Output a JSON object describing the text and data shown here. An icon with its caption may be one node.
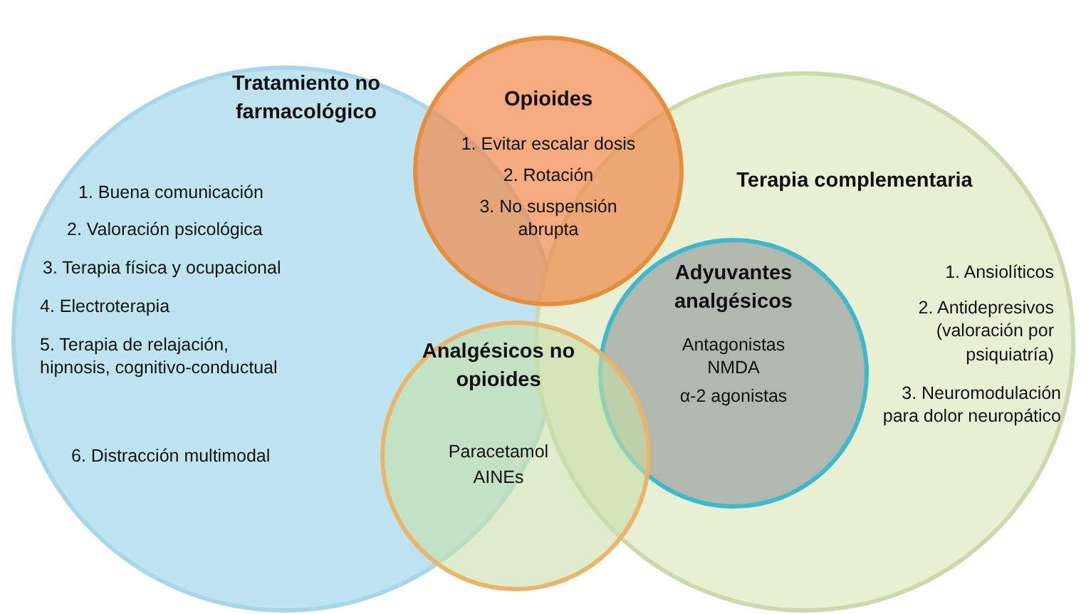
{
  "diagram": {
    "nodes": [
      {
        "text": [
          "Tratamiento no farmacológico",
          "1. Buena comunicación",
          "2. Valoración psicológica",
          "3. Terapia física y ocupacional",
          "4. Electroterapia",
          "5. Terapia de relajación, hipnosis, cognitivo-conductual",
          "6. Distracción multimodal"
        ]
      },
      {
        "text": [
          "Terapia complementaria",
          "1. Ansiolíticos",
          "2. Antidepresivos (valoración por psiquiatría)",
          "3. Neuromodulación para dolor neuropático"
        ]
      },
      {
        "text": [
          "Opioides",
          "1. Evitar escalar dosis",
          "2. Rotación",
          "3. No suspensión abrupta"
        ]
      },
      {
        "text": [
          "Analgésicos no opioides",
          "Paracetamol",
          "AINEs"
        ]
      },
      {
        "text": [
          "Adyuvantes analgésicos",
          "Antagonistas NMDA",
          "α-2 agonistas"
        ],
        "in": 1
      }
    ],
    "edges": []
  }
}
